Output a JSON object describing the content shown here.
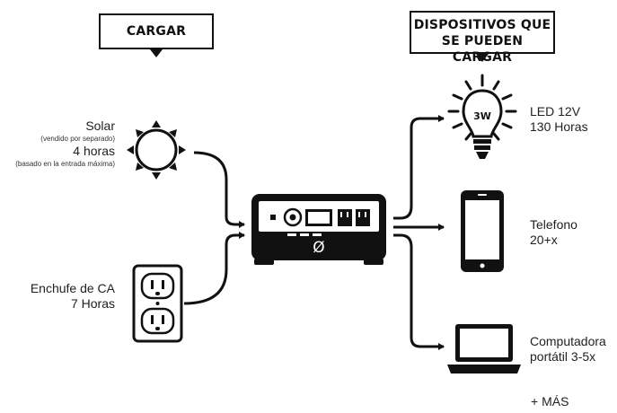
{
  "headers": {
    "charge": "CARGAR",
    "devices_line1": "DISPOSITIVOS QUE",
    "devices_line2": "SE PUEDEN CARGAR"
  },
  "inputs": {
    "solar": {
      "title": "Solar",
      "note1": "(vendido por separado)",
      "time": "4 horas",
      "note2": "(basado en la entrada máxima)"
    },
    "ac": {
      "title": "Enchufe de CA",
      "time": "7 Horas"
    }
  },
  "station": {
    "logo": "Ø"
  },
  "outputs": {
    "led": {
      "name": "LED 12V",
      "value": "130 Horas",
      "bulb_label": "3W"
    },
    "phone": {
      "name": "Telefono",
      "value": "20+x"
    },
    "laptop": {
      "name": "Computadora",
      "value": "portátil 3-5x"
    },
    "more": "+ MÁS"
  }
}
